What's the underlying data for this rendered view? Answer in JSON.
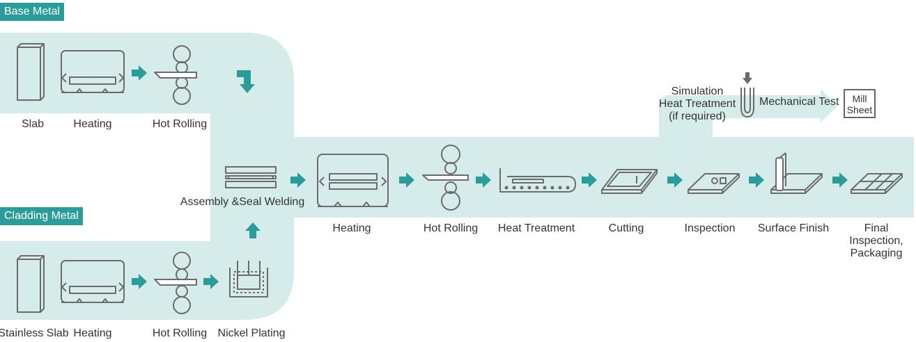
{
  "sections": {
    "base_metal": "Base Metal",
    "cladding_metal": "Cladding Metal"
  },
  "steps": {
    "slab": "Slab",
    "base_heating": "Heating",
    "base_hot_rolling": "Hot Rolling",
    "stainless_slab": "Stainless Slab",
    "clad_heating": "Heating",
    "clad_hot_rolling": "Hot Rolling",
    "nickel_plating": "Nickel Plating",
    "assembly": "Assembly &Seal Welding",
    "heating": "Heating",
    "hot_rolling": "Hot Rolling",
    "heat_treatment": "Heat Treatment",
    "cutting": "Cutting",
    "inspection": "Inspection",
    "surface_finish": "Surface Finish",
    "final_inspection": "Final Inspection,\nPackaging",
    "simulation": "Simulation\nHeat Treatment\n(if required)",
    "mechanical_test": "Mechanical Test",
    "mill_sheet": "Mill\nSheet"
  },
  "colors": {
    "band": "#d6ecea",
    "accent": "#2a9d9a",
    "icon_stroke": "#6b6b6b",
    "text": "#333333"
  }
}
